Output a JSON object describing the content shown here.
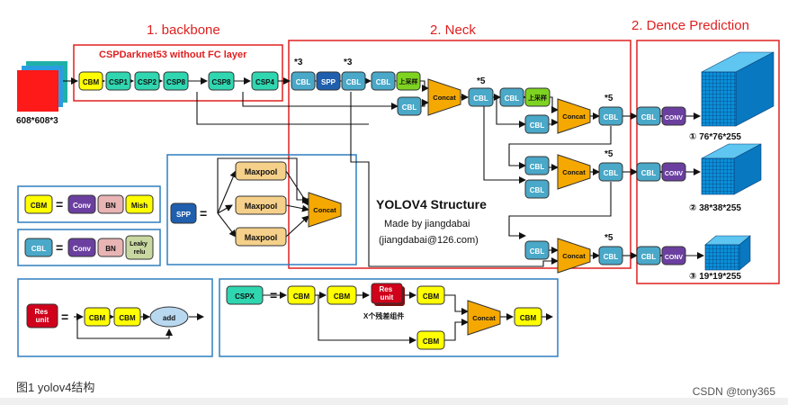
{
  "section_titles": {
    "backbone": "1. backbone",
    "neck": "2. Neck",
    "prediction": "2. Dence Prediction"
  },
  "backbone_header": "CSPDarknet53 without FC layer",
  "input_label": "608*608*3",
  "blocks": {
    "cbm": "CBM",
    "csp1": "CSP1",
    "csp2": "CSP2",
    "csp8a": "CSP8",
    "csp8b": "CSP8",
    "csp4": "CSP4",
    "cbl": "CBL",
    "spp": "SPP",
    "concat": "Concat",
    "upsample": "上采样",
    "conv": "CONV",
    "maxpool": "Maxpool",
    "conv_legend": "Conv",
    "bn": "BN",
    "mish": "Mish",
    "leaky": "Leaky\nrelu",
    "res_unit": "Res\nunit",
    "add": "add",
    "cspx": "CSPX"
  },
  "multipliers": {
    "x3": "*3",
    "x5": "*5"
  },
  "outputs": [
    "① 76*76*255",
    "② 38*38*255",
    "③ 19*19*255"
  ],
  "structure_title": "YOLOV4 Structure",
  "made_by": "Made by jiangdabai",
  "email": "(jiangdabai@126.com)",
  "res_note": "X个残差组件",
  "equals": "=",
  "figure_caption": "图1 yolov4结构",
  "credit": "CSDN @tony365",
  "colors": {
    "cbm": "#ffff00",
    "csp": "#2fd6b0",
    "cbl": "#4aa8c8",
    "spp": "#1f5fae",
    "concat": "#f5a800",
    "upsample": "#7ed321",
    "conv": "#6b3fa0",
    "bn": "#e8b4b4",
    "res": "#d0021b",
    "add": "#b8d8f0",
    "red_frame": "#e02020",
    "blue_frame": "#2f7fc0",
    "cube": "#0a8fd8"
  }
}
